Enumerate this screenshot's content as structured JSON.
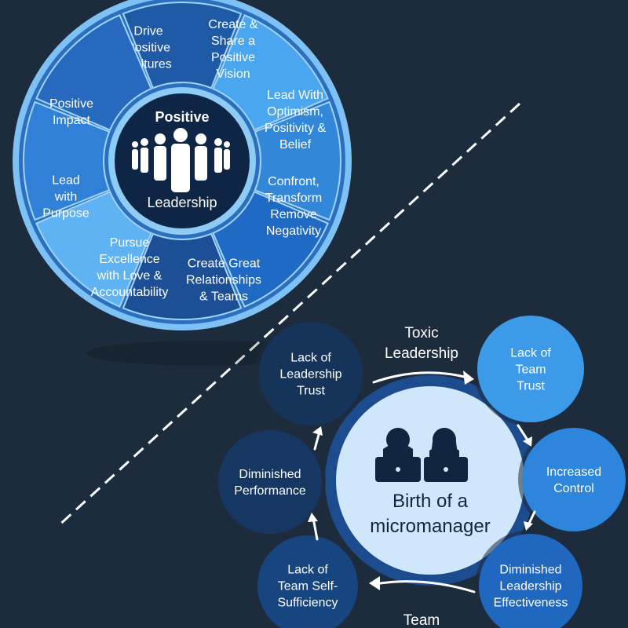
{
  "wheel": {
    "center_title": "Positive",
    "center_subtitle": "Leadership",
    "segments": [
      {
        "lines": [
          "Drive",
          "Positive",
          "Cultures"
        ],
        "color": "#1f5aa6"
      },
      {
        "lines": [
          "Create &",
          "Share a",
          "Positive",
          "Vision"
        ],
        "color": "#4aa6ee"
      },
      {
        "lines": [
          "Lead With",
          "Optimism,",
          "Positivity &",
          "Belief"
        ],
        "color": "#3287d8"
      },
      {
        "lines": [
          "Confront,",
          "Transform",
          "Remove",
          "Negativity"
        ],
        "color": "#1f6ac4"
      },
      {
        "lines": [
          "Create Great",
          "Relationships",
          "& Teams"
        ],
        "color": "#1d4f96"
      },
      {
        "lines": [
          "Pursue",
          "Excellence",
          "with Love &",
          "Accountability"
        ],
        "color": "#5fb3f2"
      },
      {
        "lines": [
          "Lead",
          "with",
          "Purpose"
        ],
        "color": "#2f80d6"
      },
      {
        "lines": [
          "Positive",
          "Impact"
        ],
        "color": "#2769bf"
      }
    ]
  },
  "cycle": {
    "center_lines": [
      "Birth of a",
      "micromanager"
    ],
    "arrow_top_label": [
      "Toxic",
      "Leadership"
    ],
    "arrow_bottom_label": "Team",
    "nodes": [
      {
        "lines": [
          "Lack of",
          "Leadership",
          "Trust"
        ],
        "color": "#16345a"
      },
      {
        "lines": [
          "Lack of",
          "Team",
          "Trust"
        ],
        "color": "#3d9ae8"
      },
      {
        "lines": [
          "Increased",
          "Control"
        ],
        "color": "#2d86dc"
      },
      {
        "lines": [
          "Diminished",
          "Leadership",
          "Effectiveness"
        ],
        "color": "#1f67bf"
      },
      {
        "lines": [
          "Lack of",
          "Team Self-",
          "Sufficiency"
        ],
        "color": "#17457f"
      },
      {
        "lines": [
          "Diminished",
          "Performance"
        ],
        "color": "#153762"
      }
    ]
  }
}
